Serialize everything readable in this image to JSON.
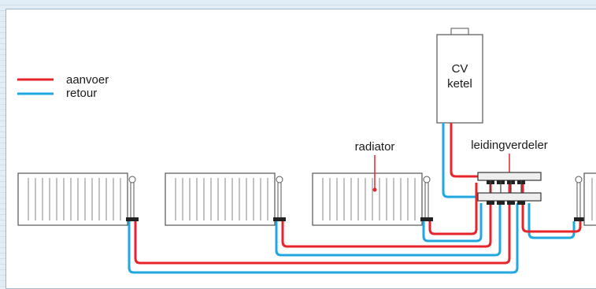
{
  "legend": {
    "supply_label": "aanvoer",
    "return_label": "retour"
  },
  "labels": {
    "boiler_line1": "CV",
    "boiler_line2": "ketel",
    "radiator": "radiator",
    "manifold": "leidingverdeler"
  },
  "colors": {
    "supply": "#e8242b",
    "return": "#1fa8e0",
    "outline": "#555555",
    "manifold_fill": "#eeeeee"
  }
}
